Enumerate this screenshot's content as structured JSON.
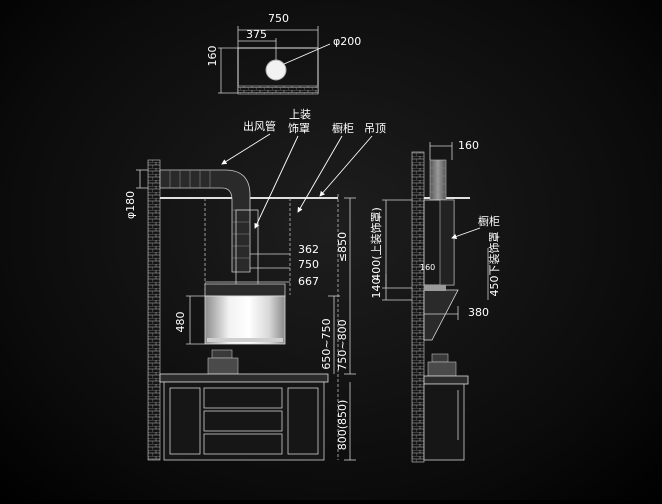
{
  "top_view": {
    "width": "750",
    "half": "375",
    "depth": "160",
    "duct_diameter": "φ200"
  },
  "front_view": {
    "labels": {
      "exhaust_pipe": "出风管",
      "upper_cover_line1": "上装",
      "upper_cover_line2": "饰罩",
      "cabinet": "橱柜",
      "ceiling": "吊顶"
    },
    "dims": {
      "pipe_diameter": "φ180",
      "d362": "362",
      "d750": "750",
      "d667": "667",
      "hood_height": "480",
      "cabinet_gap": "≤850",
      "hood_to_stove": "650~750",
      "hood_to_counter": "750~800",
      "counter_height": "800(850)"
    }
  },
  "side_view": {
    "labels": {
      "cabinet": "橱柜",
      "lower_cover": "450下装饰罩"
    },
    "dims": {
      "d160": "160",
      "upper_cover": "400(上装饰罩)",
      "d160_small": "160",
      "d140": "140",
      "d380": "380"
    }
  }
}
